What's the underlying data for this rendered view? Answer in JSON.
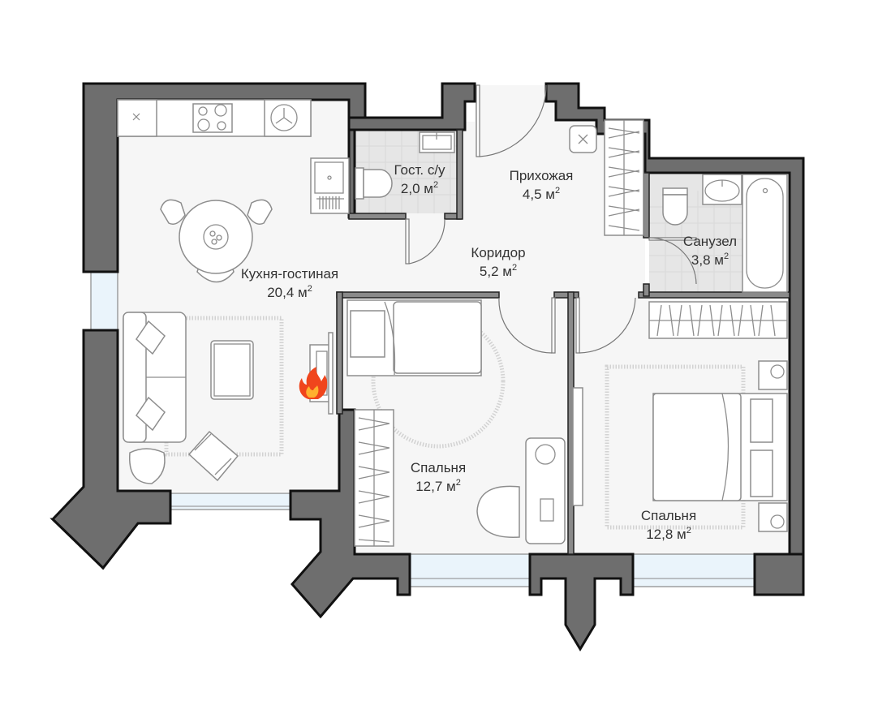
{
  "plan": {
    "type": "apartment-floor-plan",
    "unit": "м",
    "colors": {
      "wall": "#6e6e6e",
      "floor": "#f6f6f6",
      "wet_floor": "#e6e6e6",
      "window": "#eaf4fb",
      "fire": "#f0451c"
    },
    "rooms": [
      {
        "id": "kitchen-living",
        "name": "Кухня-гостиная",
        "area": "20,4 м"
      },
      {
        "id": "guest-wc",
        "name": "Гост. с/у",
        "area": "2,0 м"
      },
      {
        "id": "hallway",
        "name": "Прихожая",
        "area": "4,5 м"
      },
      {
        "id": "corridor",
        "name": "Коридор",
        "area": "5,2 м"
      },
      {
        "id": "bathroom",
        "name": "Санузел",
        "area": "3,8 м"
      },
      {
        "id": "bedroom-1",
        "name": "Спальня",
        "area": "12,7 м"
      },
      {
        "id": "bedroom-2",
        "name": "Спальня",
        "area": "12,8 м"
      }
    ],
    "area_superscript": "2",
    "icons": [
      "fireplace-fire-icon",
      "cooktop-icon",
      "fan-icon",
      "sink-icon",
      "toilet-icon",
      "bathtub-icon",
      "bed-icon",
      "sofa-icon",
      "armchair-icon",
      "dining-table-icon",
      "wardrobe-icon",
      "desk-icon",
      "ceiling-light-icon"
    ]
  }
}
